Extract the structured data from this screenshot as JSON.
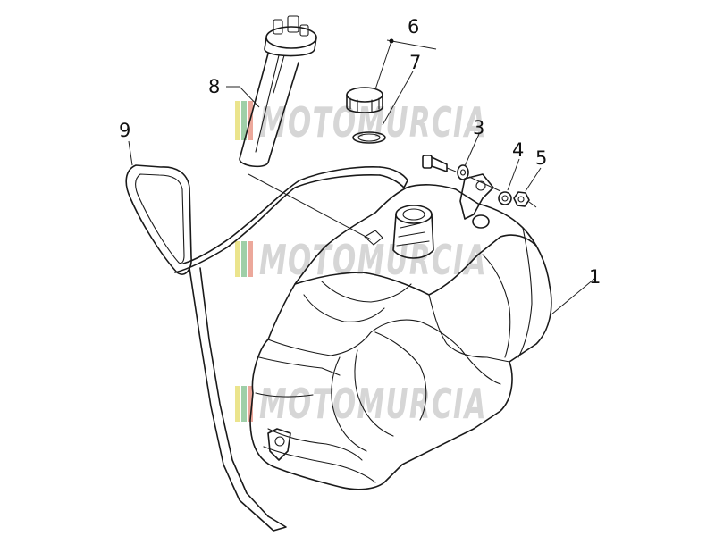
{
  "diagram": {
    "part_labels": [
      "1",
      "3",
      "4",
      "5",
      "6",
      "7",
      "8",
      "9"
    ],
    "watermark": "MOTOMURCIA",
    "watermark_colors": [
      "#e8e07a",
      "#8fc79a",
      "#e99a8a"
    ]
  }
}
